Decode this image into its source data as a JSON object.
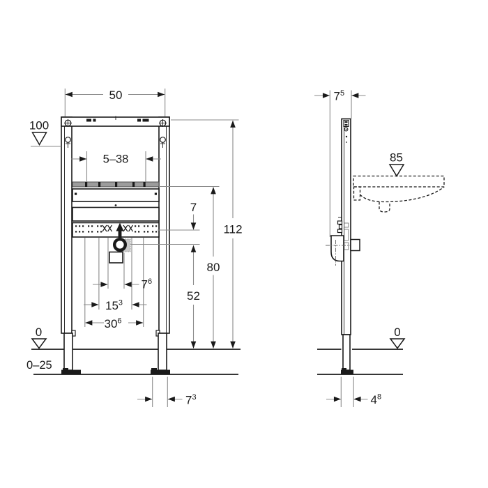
{
  "colors": {
    "outline": "#1a1a1a",
    "dimension_line": "#8a8a8a",
    "fastening_bar_fill": "#9c9c9c",
    "hatch_fill": "#cacaca",
    "background": "#ffffff"
  },
  "front_view": {
    "dims": {
      "overall_width": "50",
      "upper_level": "100",
      "bracket_range": "5–38",
      "plate_to_drain": "7",
      "frame_height": "112",
      "rail_height": "80",
      "drain_height": "52",
      "drain_offset": {
        "value": "7",
        "sup": "6"
      },
      "supply_spacing": {
        "value": "15",
        "sup": "3"
      },
      "anchor_spacing": {
        "value": "30",
        "sup": "6"
      },
      "floor_level": "0",
      "floor_range": "0–25",
      "foot_offset": {
        "value": "7",
        "sup": "3"
      }
    }
  },
  "side_view": {
    "dims": {
      "frame_depth": {
        "value": "7",
        "sup": "5"
      },
      "basin_level": "85",
      "floor_level": "0",
      "foot_depth": {
        "value": "4",
        "sup": "8"
      }
    }
  }
}
